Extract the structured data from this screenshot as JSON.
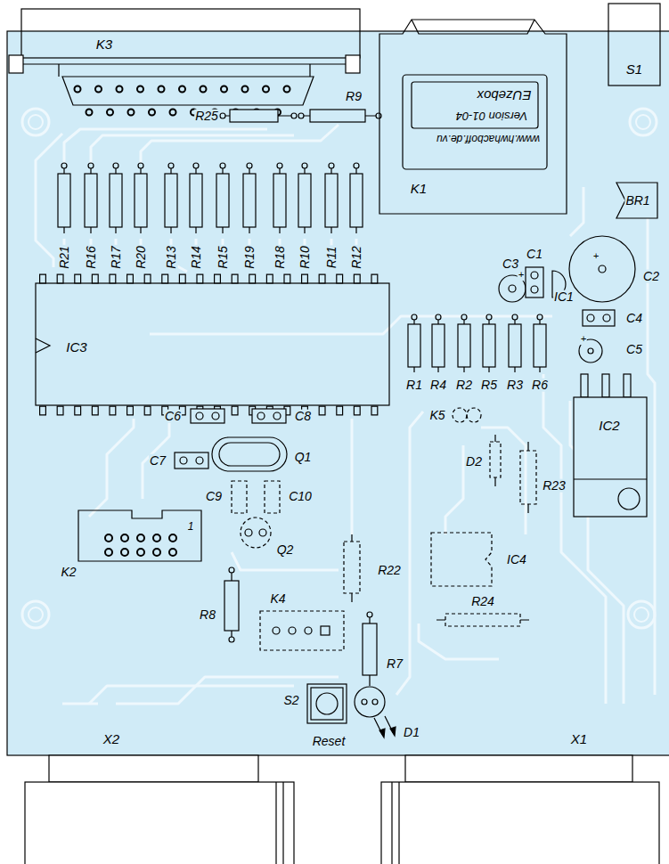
{
  "diagram": {
    "labels": [
      "K3",
      "K1",
      "EUzebox",
      "Version 01-04",
      "www.hwhacboff.de.vu",
      "S1",
      "R25",
      "R9",
      "R21",
      "R16",
      "R17",
      "R20",
      "R13",
      "R14",
      "R15",
      "R19",
      "R18",
      "R10",
      "R11",
      "R12",
      "BR1",
      "C3",
      "+",
      "C1",
      "C2",
      "+",
      "IC1",
      "C4",
      "+",
      "C5",
      "IC3",
      "R1",
      "R4",
      "R2",
      "R5",
      "R3",
      "R6",
      "IC2",
      "C6",
      "C8",
      "C7",
      "Q1",
      "K5",
      "C9",
      "C10",
      "D2",
      "R23",
      "Q2",
      "1",
      "K2",
      "IC4",
      "R22",
      "R24",
      "R8",
      "K4",
      "R7",
      "S2",
      "D1",
      "Reset",
      "X2",
      "X1"
    ]
  }
}
